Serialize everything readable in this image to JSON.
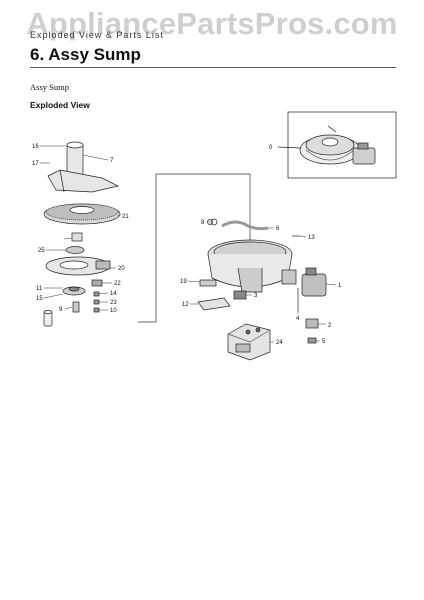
{
  "watermark": "AppliancePartsPros.com",
  "header": {
    "running_head": "Exploded View & Parts List",
    "section_title": "6.  Assy Sump",
    "subtitle": "Assy Sump",
    "view_label": "Exploded View"
  },
  "callouts": [
    "0",
    "1",
    "2",
    "3",
    "4",
    "5",
    "6",
    "7",
    "8",
    "9",
    "10",
    "11",
    "12",
    "13",
    "14",
    "15",
    "16",
    "17",
    "19",
    "20",
    "21",
    "22",
    "23",
    "24",
    "25"
  ]
}
